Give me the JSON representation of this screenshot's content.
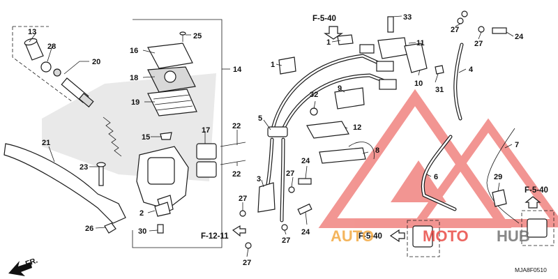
{
  "callouts": {
    "n1a": "1",
    "n1b": "1",
    "n2": "2",
    "n3": "3",
    "n4": "4",
    "n5": "5",
    "n6": "6",
    "n7": "7",
    "n8": "8",
    "n9": "9",
    "n10": "10",
    "n11": "11",
    "n12": "12",
    "n13": "13",
    "n14": "14",
    "n15": "15",
    "n16": "16",
    "n17": "17",
    "n18": "18",
    "n19": "19",
    "n20": "20",
    "n21": "21",
    "n22a": "22",
    "n22b": "22",
    "n23": "23",
    "n24a": "24",
    "n24b": "24",
    "n24c": "24",
    "n25": "25",
    "n26": "26",
    "n27a": "27",
    "n27b": "27",
    "n27c": "27",
    "n27d": "27",
    "n27e": "27",
    "n27f": "27",
    "n27g": "27",
    "n28": "28",
    "n29": "29",
    "n30": "30",
    "n31": "31",
    "n32": "32",
    "n33": "33"
  },
  "references": {
    "ref_top": "F-5-40",
    "ref_left": "F-12-11",
    "ref_right": "F-5-40",
    "ref_bottom": "F-5-40"
  },
  "direction_label": "FR.",
  "diagram_code": "MJA8F0510",
  "watermark": {
    "auto": "AUTO",
    "moto": "MOTO",
    "hub": "HUB",
    "red": "#e8403a",
    "orange": "#f2a335",
    "grey": "#6a6a6a"
  }
}
